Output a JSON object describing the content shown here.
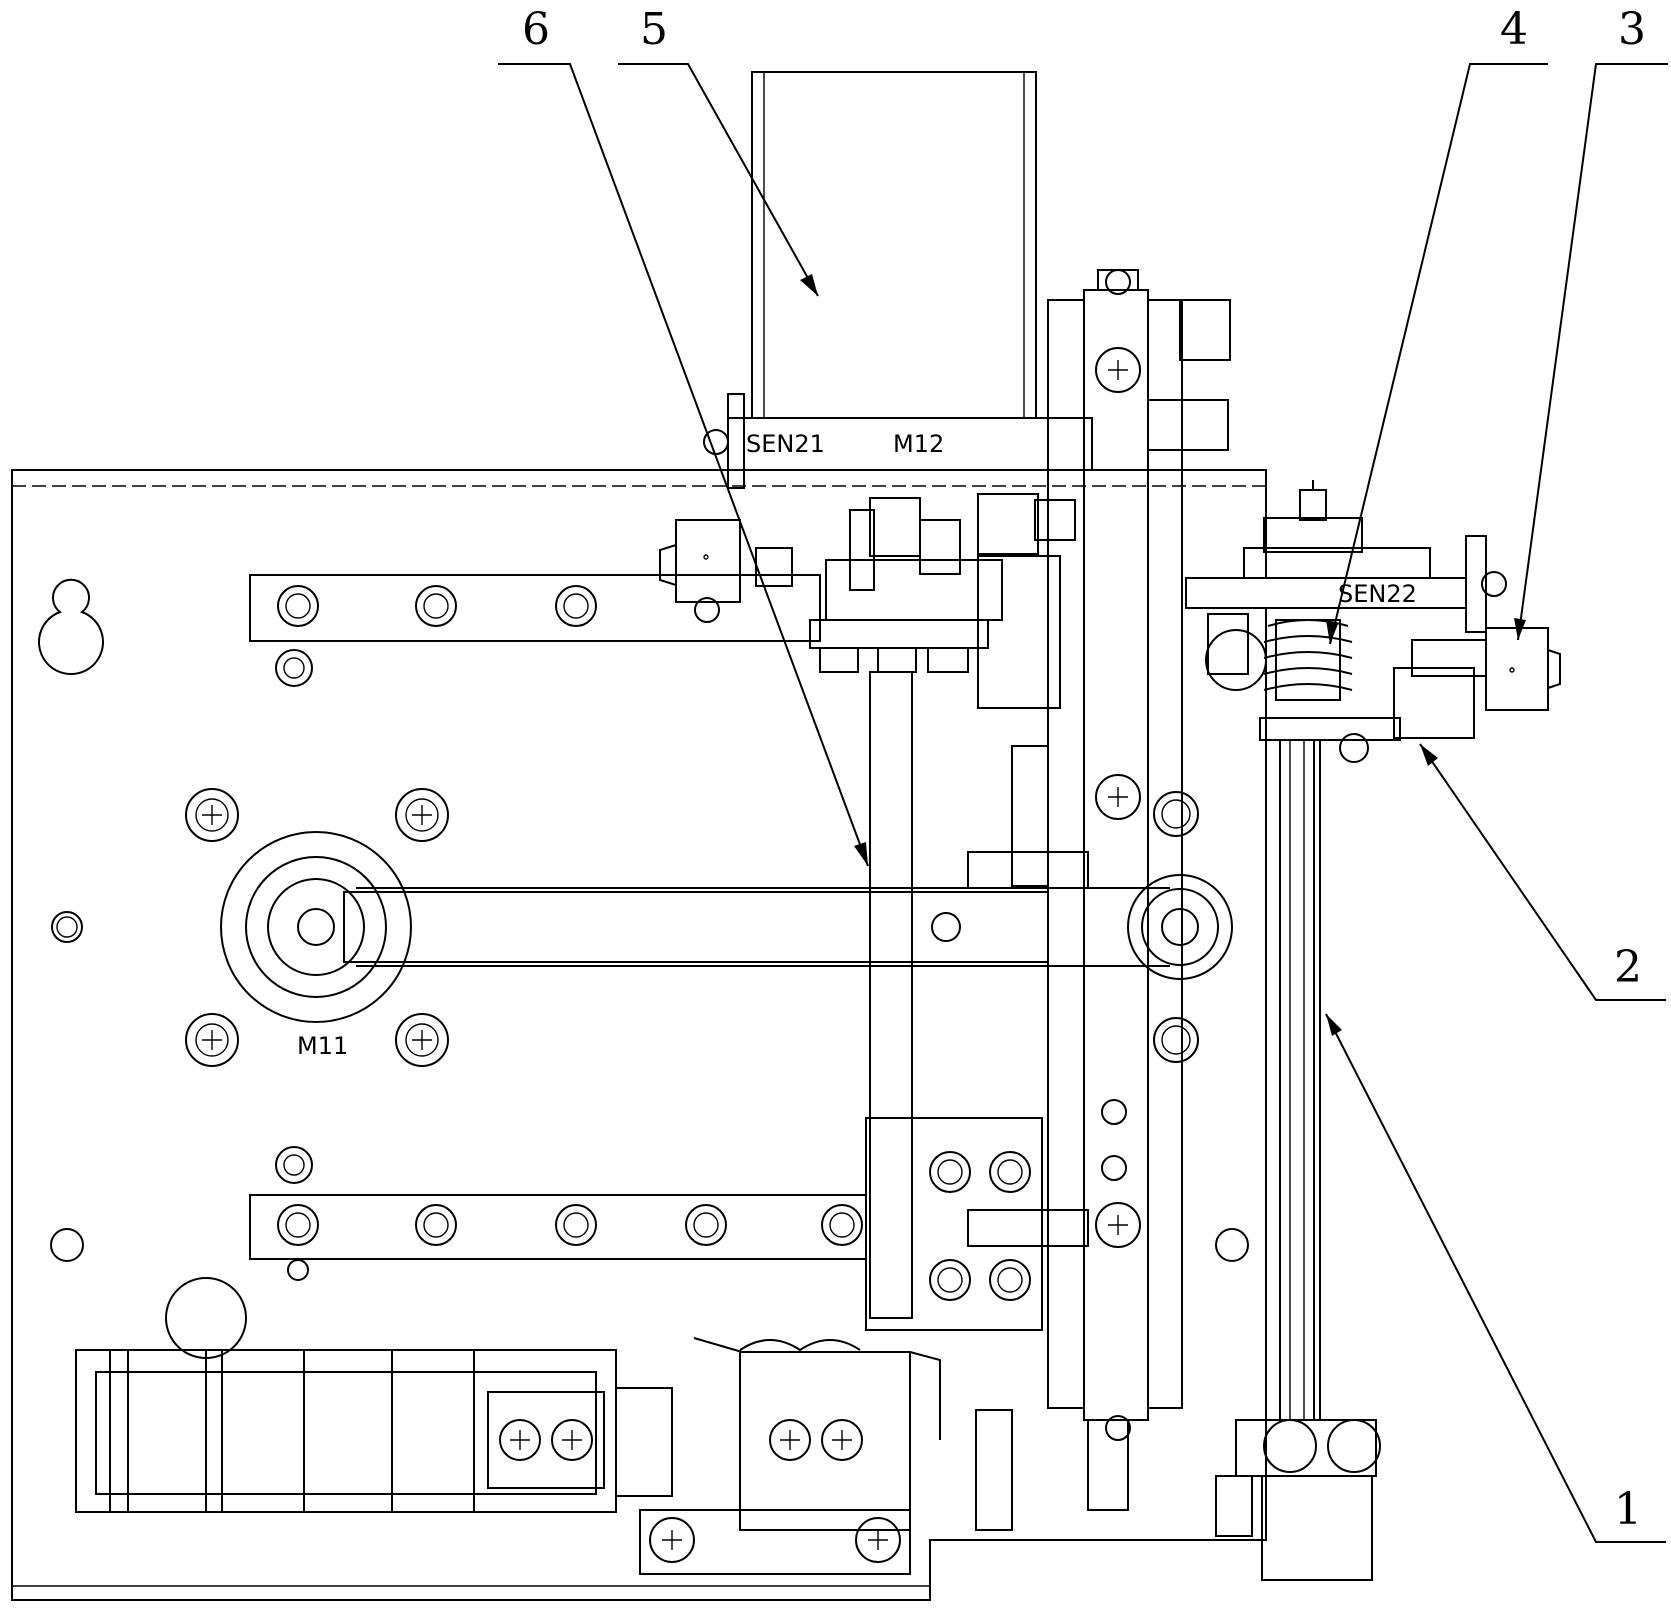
{
  "callouts": [
    {
      "id": "6",
      "text": "6"
    },
    {
      "id": "5",
      "text": "5"
    },
    {
      "id": "4",
      "text": "4"
    },
    {
      "id": "3",
      "text": "3"
    },
    {
      "id": "2",
      "text": "2"
    },
    {
      "id": "1",
      "text": "1"
    }
  ],
  "part_labels": {
    "sen21": "SEN21",
    "m12": "M12",
    "sen22": "SEN22",
    "m11": "M11"
  },
  "colors": {
    "line": "#000000",
    "background": "#ffffff"
  }
}
